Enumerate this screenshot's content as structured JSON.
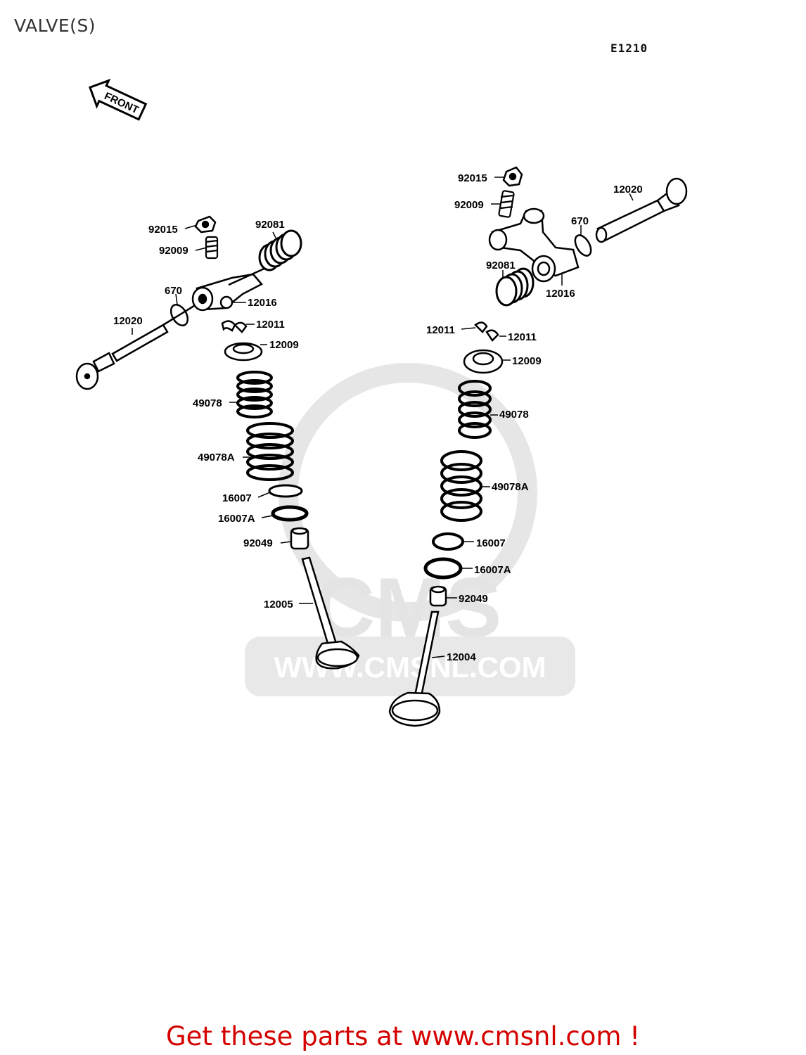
{
  "title": "VALVE(S)",
  "diagram_code": "E1210",
  "front_arrow_text": "FRONT",
  "watermark": {
    "brand": "CMS",
    "url": "WWW.CMSNL.COM"
  },
  "banner": {
    "text": "Get these parts at www.cmsnl.com !",
    "color": "#d40000"
  },
  "labels": {
    "left": {
      "l92015": "92015",
      "l92009": "92009",
      "l92081": "92081",
      "l670": "670",
      "l12016": "12016",
      "l12011": "12011",
      "l12020": "12020",
      "l12009": "12009",
      "l49078": "49078",
      "l49078a": "49078A",
      "l16007": "16007",
      "l16007a": "16007A",
      "l92049": "92049",
      "l12005": "12005"
    },
    "right": {
      "r92015": "92015",
      "r92009": "92009",
      "r12020": "12020",
      "r670": "670",
      "r92081": "92081",
      "r12016": "12016",
      "r12011a": "12011",
      "r12011b": "12011",
      "r12009": "12009",
      "r49078": "49078",
      "r49078a": "49078A",
      "r16007": "16007",
      "r16007a": "16007A",
      "r92049": "92049",
      "r12004": "12004"
    }
  }
}
